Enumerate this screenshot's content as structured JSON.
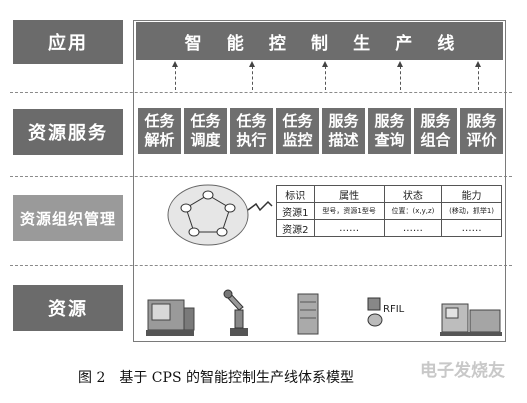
{
  "layers": {
    "application": "应用",
    "resource_service": "资源服务",
    "resource_org": "资源组织管理",
    "resource": "资源"
  },
  "app_bar": {
    "chars": [
      "智",
      "能",
      "控",
      "制",
      "生",
      "产",
      "线"
    ]
  },
  "services": [
    {
      "line1": "任务",
      "line2": "解析"
    },
    {
      "line1": "任务",
      "line2": "调度"
    },
    {
      "line1": "任务",
      "line2": "执行"
    },
    {
      "line1": "任务",
      "line2": "监控"
    },
    {
      "line1": "服务",
      "line2": "描述"
    },
    {
      "line1": "服务",
      "line2": "查询"
    },
    {
      "line1": "服务",
      "line2": "组合"
    },
    {
      "line1": "服务",
      "line2": "评价"
    }
  ],
  "table": {
    "headers": [
      "标识",
      "属性",
      "状态",
      "能力"
    ],
    "rows": [
      {
        "id": "资源1",
        "attr": "型号，资源1型号",
        "state": "位置：(x,y,z)",
        "cap": "(移动，抓举1)"
      },
      {
        "id": "资源2",
        "attr": "……",
        "state": "……",
        "cap": "……"
      }
    ]
  },
  "rfid_label": "RFIL",
  "caption": "图 2　基于 CPS 的智能控制生产线体系模型",
  "watermark": "电子发烧友"
}
